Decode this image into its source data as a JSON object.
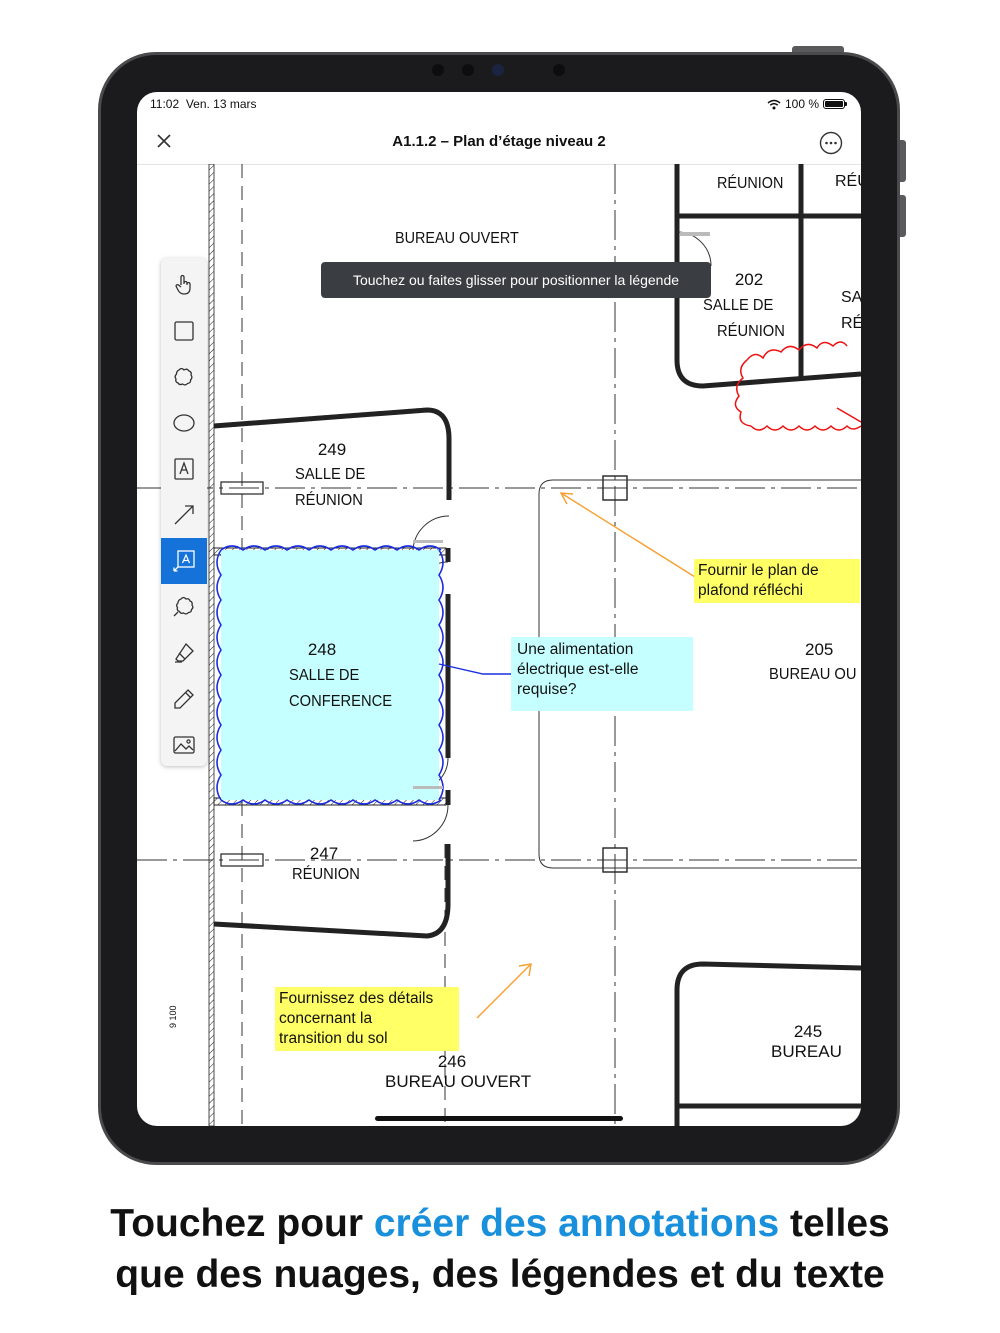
{
  "status_bar": {
    "time": "11:02",
    "date": "Ven. 13 mars",
    "battery": "100 %"
  },
  "nav": {
    "title": "A1.1.2 – Plan d’étage niveau 2"
  },
  "tooltip": "Touchez ou faites glisser pour positionner la légende",
  "toolbar": {
    "tools": [
      {
        "icon": "hand-pointer-icon"
      },
      {
        "icon": "rectangle-icon"
      },
      {
        "icon": "cloud-shape-icon"
      },
      {
        "icon": "ellipse-icon"
      },
      {
        "icon": "text-box-icon"
      },
      {
        "icon": "arrow-icon"
      },
      {
        "icon": "callout-icon",
        "active": true
      },
      {
        "icon": "cloud-callout-icon"
      },
      {
        "icon": "highlighter-icon"
      },
      {
        "icon": "pencil-icon"
      },
      {
        "icon": "image-icon"
      }
    ]
  },
  "rooms": {
    "r202": {
      "num": "202",
      "l1": "SALLE DE",
      "l2": "RÉUNION"
    },
    "r249": {
      "num": "249",
      "l1": "SALLE DE",
      "l2": "RÉUNION"
    },
    "r248": {
      "num": "248",
      "l1": "SALLE DE",
      "l2": "CONFERENCE"
    },
    "r247": {
      "num": "247",
      "l1": "RÉUNION"
    },
    "r246": {
      "num": "246",
      "l1": "BUREAU OUVERT"
    },
    "r245": {
      "num": "245",
      "l1": "BUREAU"
    },
    "r205": {
      "num": "205",
      "l1": "BUREAU OU"
    },
    "top_left": "BUREAU OUVERT",
    "top_mid": "RÉUNION",
    "top_right": "RÉU",
    "right_a": "SA",
    "right_b": "RÉ",
    "dim": "9 100"
  },
  "notes": {
    "ceiling": [
      "Fournir le plan de",
      "plafond réfléchi"
    ],
    "power": [
      "Une alimentation",
      "électrique est-elle",
      "requise?"
    ],
    "floor": [
      "Fournissez des détails",
      "concernant la",
      "transition du sol"
    ]
  },
  "caption": {
    "part1": "Touchez pour ",
    "highlight": "créer des annotations",
    "part2": " telles",
    "line2": "que des nuages, des légendes et du texte"
  },
  "colors": {
    "accent": "#1472d8",
    "caption_highlight": "#1990dc",
    "note_yellow": "#ffff66",
    "note_cyan": "#c6ffff",
    "cloud_red": "#ee1111",
    "cloud_blue": "#1a2ee0",
    "arrow_orange": "#f5a030"
  }
}
